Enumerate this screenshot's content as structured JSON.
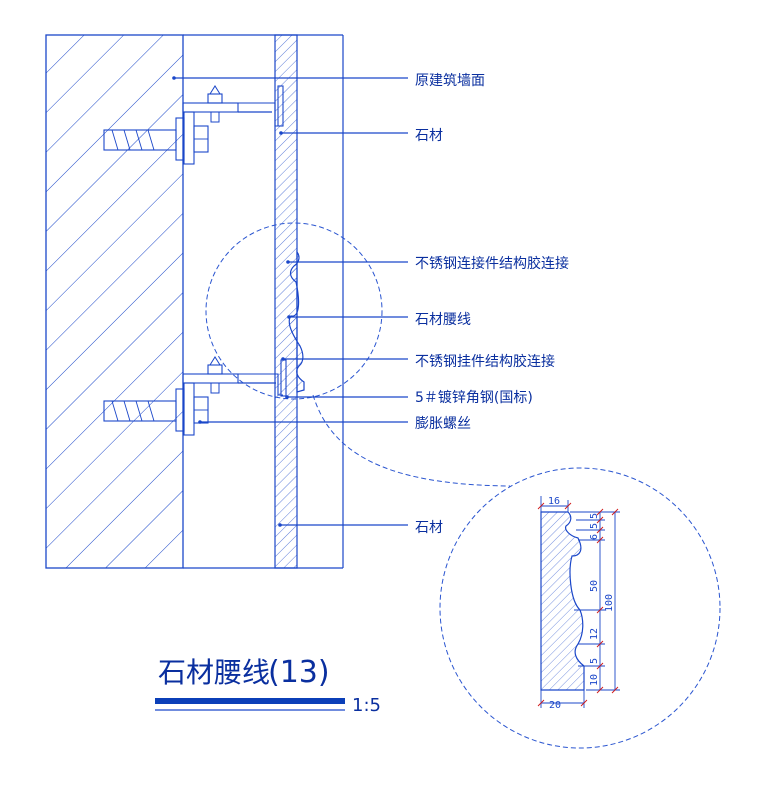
{
  "colors": {
    "line": "#1b47c9",
    "text": "#0a2f9f",
    "dim_ticks": "#d01818",
    "title_bar": "#0b3fb8"
  },
  "labels": {
    "wall": "原建筑墙面",
    "stone_top": "石材",
    "glue1": "不锈钢连接件结构胶连接",
    "waistline": "石材腰线",
    "glue2": "不锈钢挂件结构胶连接",
    "angle_steel": "5＃镀锌角钢(国标)",
    "bolt": "膨胀螺丝",
    "stone_bottom": "石材"
  },
  "title": {
    "name": "石材腰线",
    "number": "(13)",
    "scale": "1:5"
  },
  "dimensions": {
    "top_width": "16",
    "bottom_width": "20",
    "right_segments": [
      "5",
      "5",
      "6"
    ],
    "mid": "50",
    "lower": "12",
    "low_small": "5",
    "bottom": "10",
    "total": "100"
  }
}
